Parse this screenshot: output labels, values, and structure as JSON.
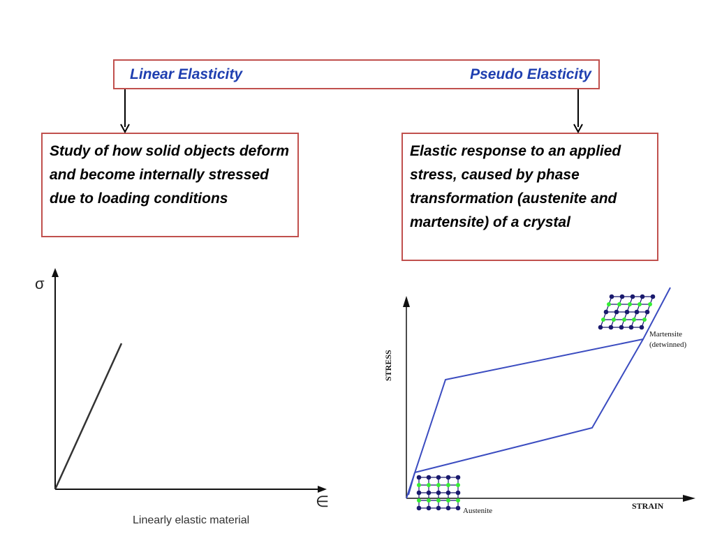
{
  "header": {
    "left_label": "Linear Elasticity",
    "right_label": "Pseudo Elasticity"
  },
  "left_box": {
    "text": "Study of how solid objects deform and become internally stressed due to loading conditions"
  },
  "right_box": {
    "text": "Elastic response to an applied stress, caused by phase transformation (austenite and martensite) of a crystal"
  },
  "linear_plot": {
    "y_symbol": "σ",
    "x_symbol": "∈",
    "caption": "Linearly elastic material"
  },
  "pseudo_plot": {
    "y_label": "STRESS",
    "x_label": "STRAIN",
    "martensite_line1": "Martensite",
    "martensite_line2": "(detwinned)",
    "austenite_label": "Austenite"
  },
  "colors": {
    "accent_blue": "#1f3fb0",
    "box_border": "#c0504d",
    "curve_blue": "#3b4cc0",
    "atom_dark": "#1a1a6e",
    "atom_green": "#33ee33"
  }
}
